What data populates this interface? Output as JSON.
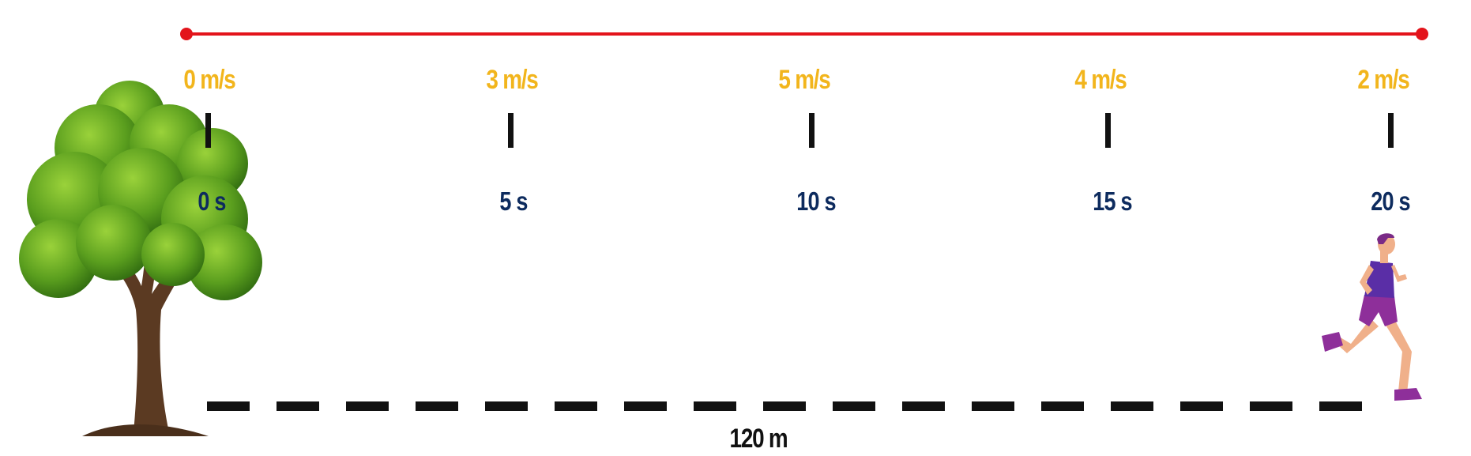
{
  "diagram": {
    "speeds": [
      "0 m/s",
      "3 m/s",
      "5 m/s",
      "4 m/s",
      "2 m/s"
    ],
    "times": [
      "0 s",
      "5 s",
      "10 s",
      "15 s",
      "20 s"
    ],
    "distance": "120 m",
    "colors": {
      "span_line": "#e3141b",
      "speed_text": "#f2b51c",
      "time_text": "#0d2b5e",
      "ticks": "#111111",
      "path": "#111111"
    },
    "icons": {
      "start": "tree-icon",
      "end": "runner-icon"
    }
  }
}
